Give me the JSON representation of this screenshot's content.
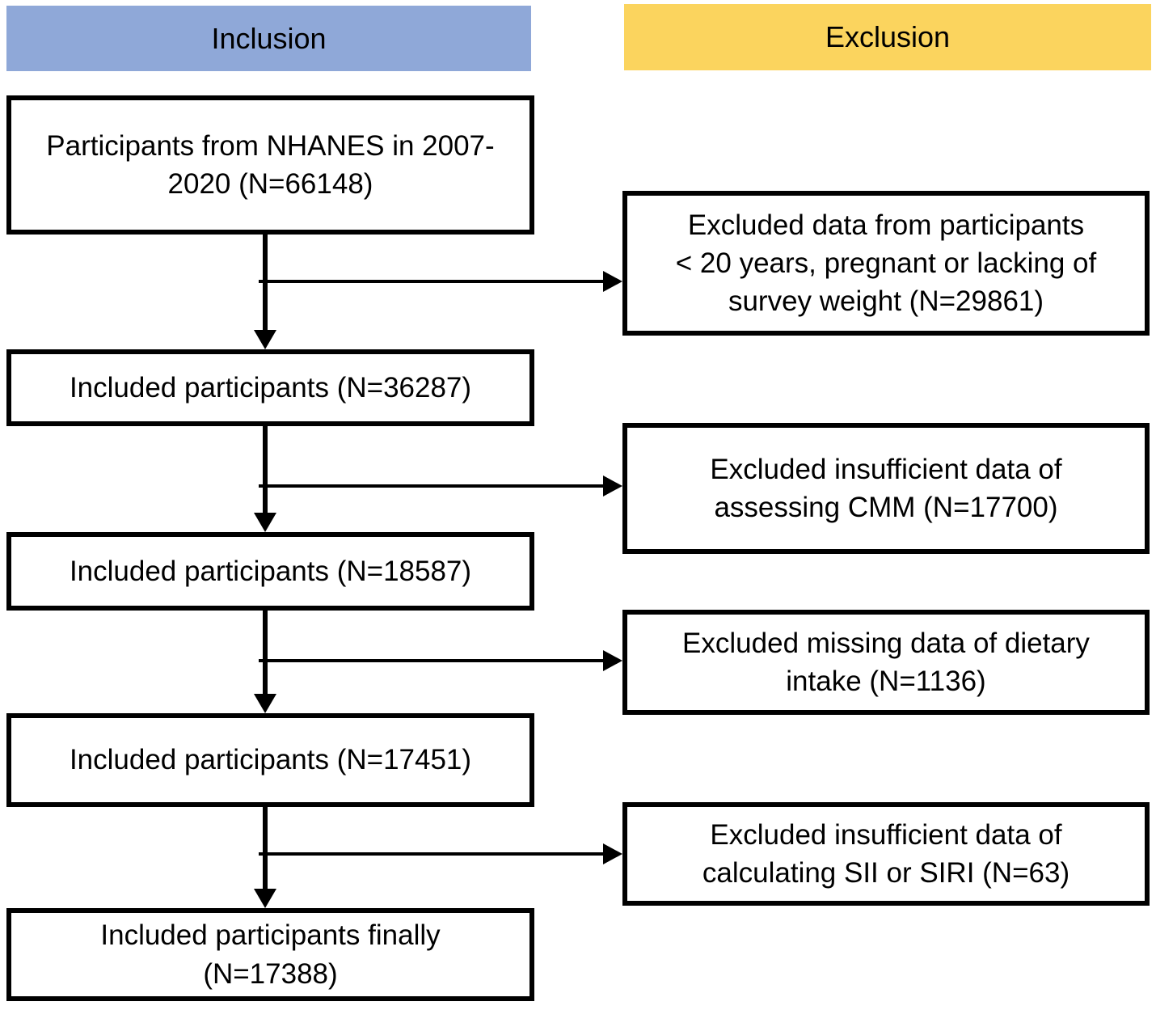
{
  "headers": {
    "inclusion": "Inclusion",
    "exclusion": "Exclusion"
  },
  "colors": {
    "inclusion_header_bg": "#8FA8D8",
    "exclusion_header_bg": "#FBD45E",
    "box_border": "#000000",
    "arrow": "#000000",
    "background": "#FFFFFF"
  },
  "inclusion_boxes": [
    {
      "text": "Participants from NHANES in 2007-\n2020 (N=66148)",
      "n": 66148
    },
    {
      "text": "Included participants (N=36287)",
      "n": 36287
    },
    {
      "text": "Included participants (N=18587)",
      "n": 18587
    },
    {
      "text": "Included participants (N=17451)",
      "n": 17451
    },
    {
      "text": "Included participants finally\n(N=17388)",
      "n": 17388
    }
  ],
  "exclusion_boxes": [
    {
      "text": "Excluded data from participants\n< 20 years, pregnant or lacking of\nsurvey weight (N=29861)",
      "n": 29861
    },
    {
      "text": "Excluded insufficient data of\nassessing CMM (N=17700)",
      "n": 17700
    },
    {
      "text": "Excluded missing data of dietary\nintake (N=1136)",
      "n": 1136
    },
    {
      "text": "Excluded insufficient data of\ncalculating SII or SIRI (N=63)",
      "n": 63
    }
  ]
}
